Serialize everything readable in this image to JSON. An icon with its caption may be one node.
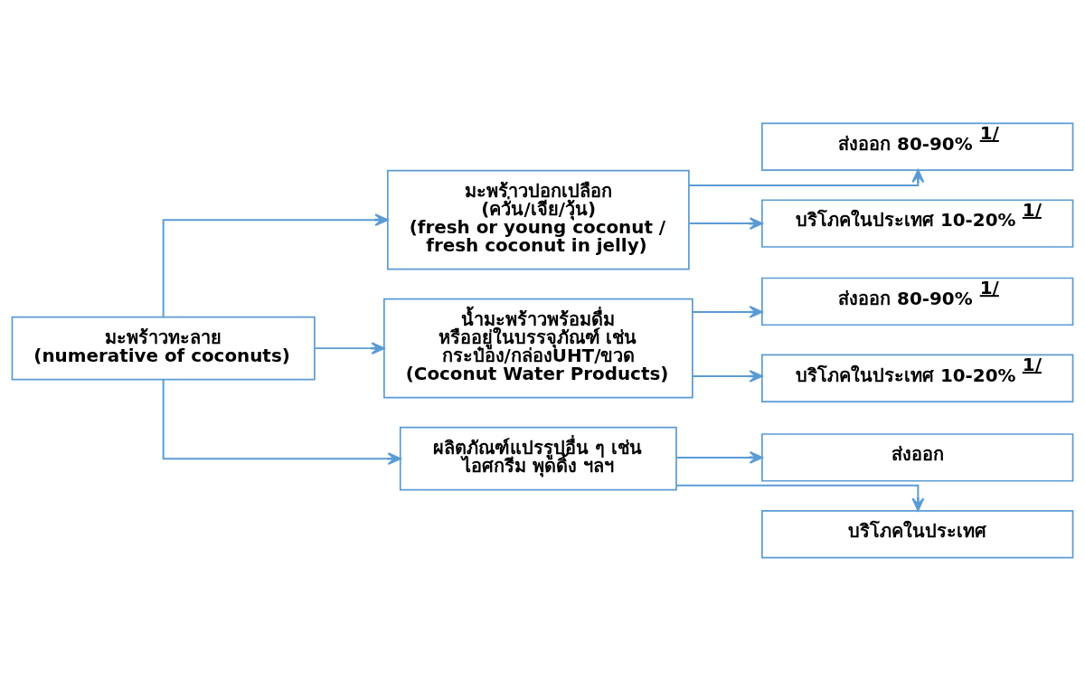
{
  "diagram": {
    "nodes": [
      {
        "text": [
          "มะพร้าวทะลาย",
          "(numerative of coconuts)"
        ]
      },
      {
        "text": [
          "มะพร้าวปอกเปลือก (ควั่น/เจีย/วุ้น)",
          "(fresh or young coconut / fresh coconut in jelly)"
        ]
      },
      {
        "text": [
          "น้ำมะพร้าวพร้อมดื่ม หรืออยู่ในบรรจุภัณฑ์ เช่น กระป๋อง/กล่องUHT/ขวด",
          "(Coconut Water Products)"
        ]
      },
      {
        "text": [
          "ผลิตภัณฑ์แปรรูปอื่น ๆ เช่น ไอศกรีม พุดดิ้ง ฯลฯ"
        ]
      },
      {
        "text": [
          "ส่งออก 80-90% $^{1/}$"
        ]
      },
      {
        "text": [
          "บริโภคในประเทศ 10-20% $^{1/}$"
        ]
      },
      {
        "text": [
          "ส่งออก 80-90% $^{1/}$"
        ]
      },
      {
        "text": [
          "บริโภคในประเทศ 10-20% $^{1/}$"
        ]
      },
      {
        "text": [
          "ส่งออก"
        ]
      },
      {
        "text": [
          "บริโภคในประเทศ"
        ]
      }
    ],
    "edges": [
      {
        "from": 0,
        "to": 1,
        "arrow": "to"
      },
      {
        "from": 0,
        "to": 2,
        "arrow": "to"
      },
      {
        "from": 0,
        "to": 3,
        "arrow": "to"
      },
      {
        "from": 1,
        "to": 4,
        "arrow": "to"
      },
      {
        "from": 1,
        "to": 5,
        "arrow": "to"
      },
      {
        "from": 2,
        "to": 6,
        "arrow": "to"
      },
      {
        "from": 2,
        "to": 7,
        "arrow": "to"
      },
      {
        "from": 3,
        "to": 8,
        "arrow": "to"
      },
      {
        "from": 3,
        "to": 9,
        "arrow": "to"
      }
    ]
  }
}
